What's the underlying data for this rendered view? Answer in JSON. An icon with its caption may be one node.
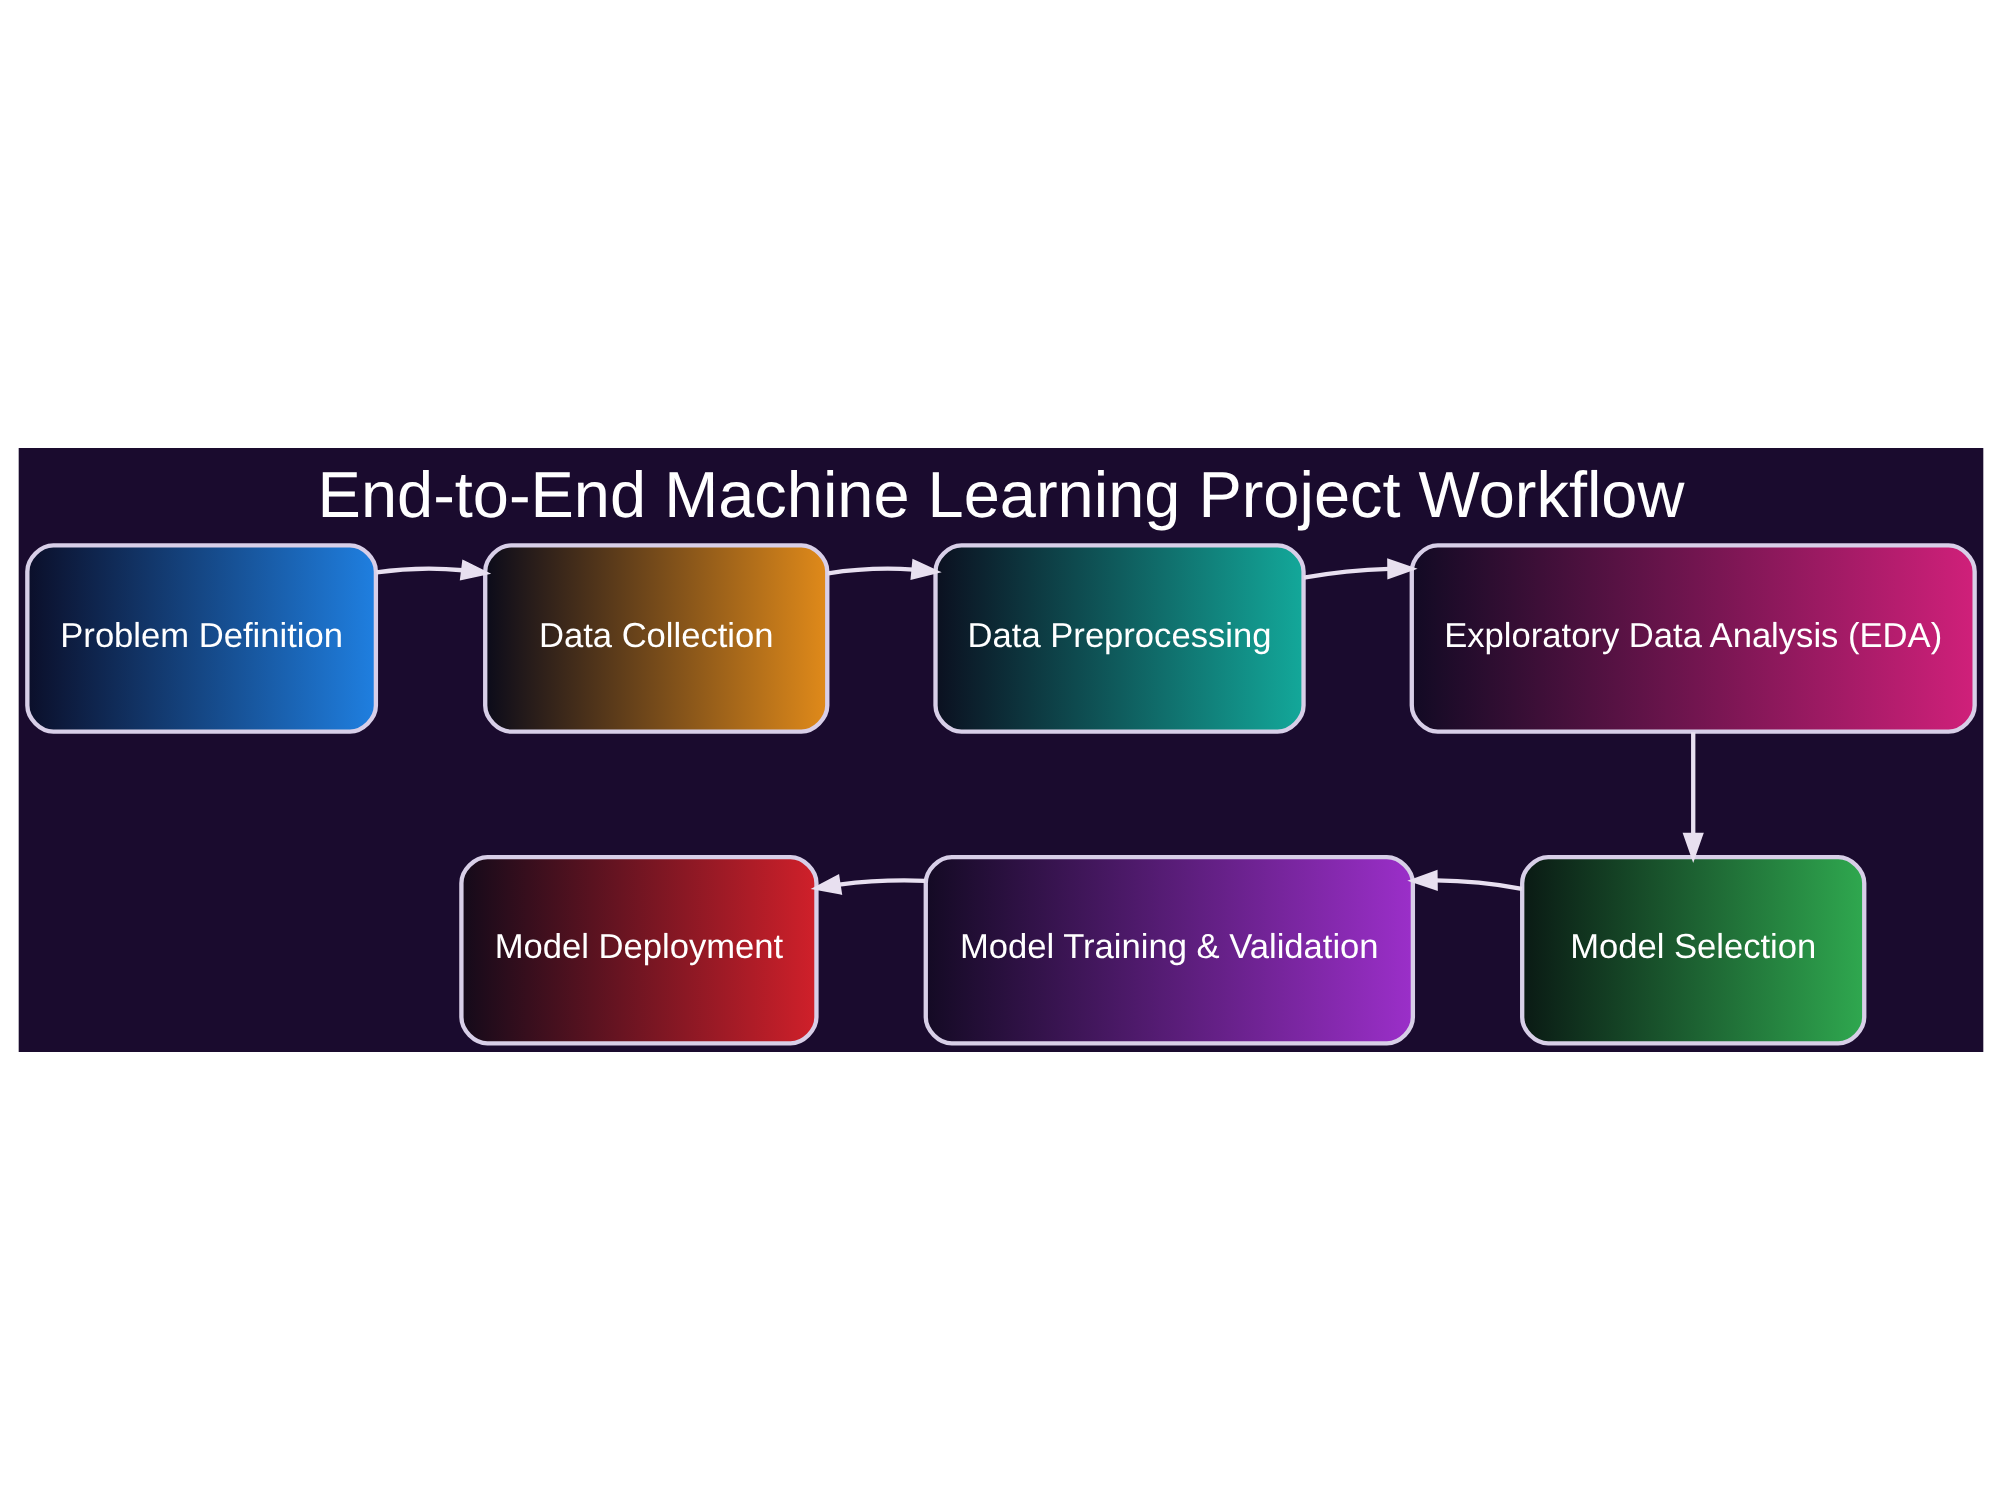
{
  "diagram": {
    "title": "End-to-End Machine Learning Project Workflow",
    "nodes": [
      {
        "text": [
          "Problem Definition"
        ]
      },
      {
        "text": [
          "Data Collection"
        ]
      },
      {
        "text": [
          "Data Preprocessing"
        ]
      },
      {
        "text": [
          "Exploratory Data Analysis (EDA)"
        ]
      },
      {
        "text": [
          "Model Selection"
        ]
      },
      {
        "text": [
          "Model Training & Validation"
        ]
      },
      {
        "text": [
          "Model Deployment"
        ]
      }
    ],
    "edges": [
      {
        "from": 0,
        "to": 1,
        "arrow": "to"
      },
      {
        "from": 1,
        "to": 2,
        "arrow": "to"
      },
      {
        "from": 2,
        "to": 3,
        "arrow": "to"
      },
      {
        "from": 3,
        "to": 4,
        "arrow": "to"
      },
      {
        "from": 4,
        "to": 5,
        "arrow": "to"
      },
      {
        "from": 5,
        "to": 6,
        "arrow": "to"
      }
    ]
  }
}
